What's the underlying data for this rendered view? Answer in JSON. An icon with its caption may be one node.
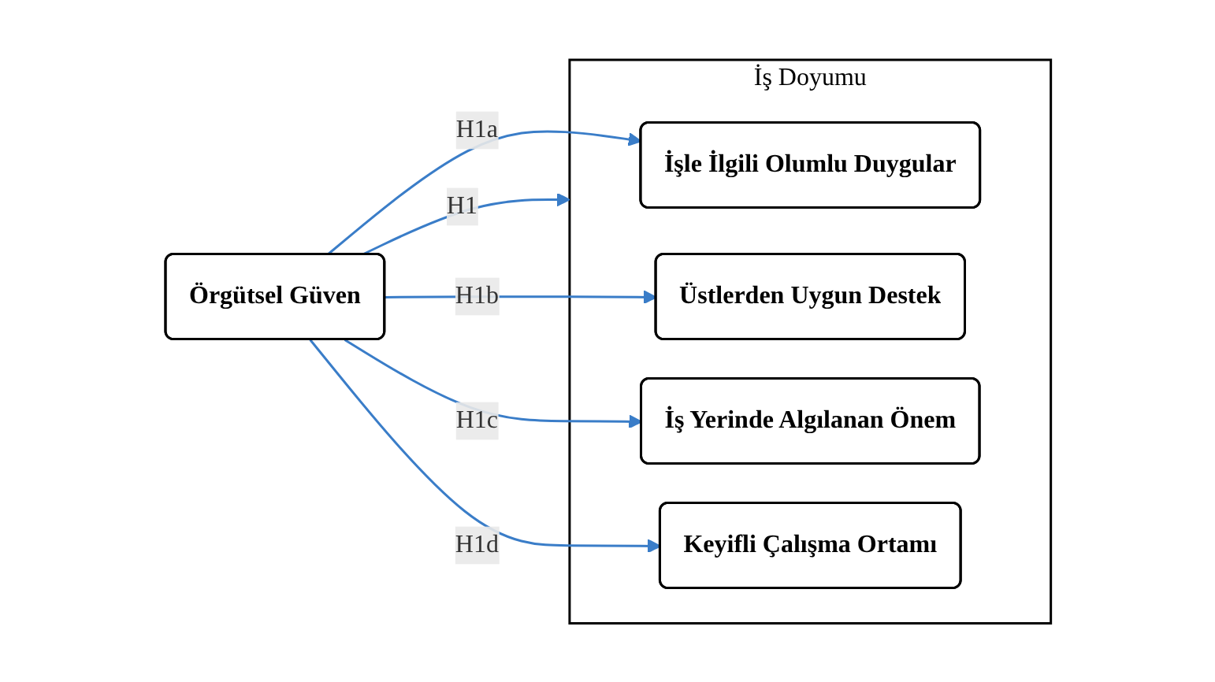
{
  "diagram": {
    "nodes": [
      {
        "text": [
          "Örgütsel Güven"
        ]
      },
      {
        "text": [
          "İş Doyumu"
        ]
      },
      {
        "text": [
          "İşle İlgili Olumlu Duygular"
        ],
        "in": 1
      },
      {
        "text": [
          "Üstlerden Uygun Destek"
        ],
        "in": 1
      },
      {
        "text": [
          "İş Yerinde Algılanan Önem"
        ],
        "in": 1
      },
      {
        "text": [
          "Keyifli Çalışma Ortamı"
        ],
        "in": 1
      }
    ],
    "edges": [
      {
        "from": 0,
        "to": 2,
        "arrow": "to",
        "label": "H1a"
      },
      {
        "from": 0,
        "to": 3,
        "arrow": "to",
        "label": "H1b"
      },
      {
        "from": 0,
        "to": 1,
        "arrow": "to",
        "label": "H1"
      },
      {
        "from": 0,
        "to": 4,
        "arrow": "to",
        "label": "H1c"
      },
      {
        "from": 0,
        "to": 5,
        "arrow": "to",
        "label": "H1d"
      }
    ]
  }
}
